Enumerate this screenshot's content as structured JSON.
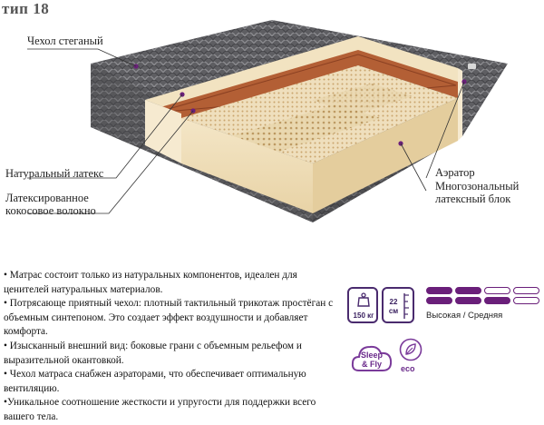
{
  "title": "тип 18",
  "labels": {
    "cover": "Чехол стеганый",
    "latex": "Натуральный латекс",
    "coir_line1": "Латексированное",
    "coir_line2": "кокосовое волокно",
    "aerator": "Аэратор",
    "block_line1": "Многозональный",
    "block_line2": "латексный блок"
  },
  "bullets": [
    "• Матрас состоит только из натуральных компонентов, идеален для ценителей натуральных материалов.",
    "• Потрясающе приятный чехол: плотный тактильный трикотаж простёган с объемным синтепоном. Это создает эффект воздушности и добавляет комфорта.",
    "• Изысканный внешний вид: боковые грани с объемным рельефом и выразительной окантовкой.",
    "•  Чехол матраса снабжен аэраторами, что обеспечивает оптимальную вентиляцию.",
    " •Уникальное соотношение жесткости и упругости для поддержки всего вашего тела."
  ],
  "specs": {
    "weight": "150 кг",
    "height": "22 см"
  },
  "firmness": {
    "label": "Высокая / Средняя",
    "levels": [
      {
        "filled": true
      },
      {
        "filled": true
      },
      {
        "filled": false
      },
      {
        "filled": false
      },
      {
        "filled": true
      },
      {
        "filled": true
      },
      {
        "filled": true
      },
      {
        "filled": false
      }
    ]
  },
  "badges": {
    "sleep_line1": "Sleep",
    "sleep_line2": "& Fly",
    "eco": "eco"
  },
  "colors": {
    "accent": "#6a1f7a",
    "spec_border": "#4a2b6e"
  }
}
